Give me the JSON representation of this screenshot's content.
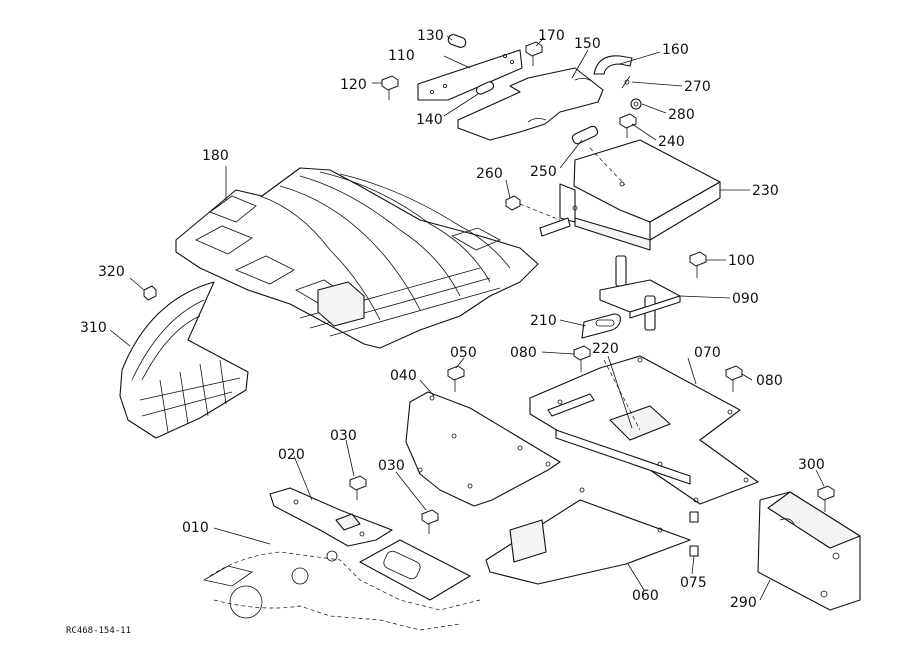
{
  "diagram": {
    "ref_code": "RC468-154-11",
    "labels": {
      "p010": "010",
      "p020": "020",
      "p030a": "030",
      "p030b": "030",
      "p040": "040",
      "p050": "050",
      "p060": "060",
      "p070": "070",
      "p075": "075",
      "p080a": "080",
      "p080b": "080",
      "p090": "090",
      "p100": "100",
      "p110": "110",
      "p120": "120",
      "p130": "130",
      "p140": "140",
      "p150": "150",
      "p160": "160",
      "p170": "170",
      "p180": "180",
      "p210": "210",
      "p220": "220",
      "p230": "230",
      "p240": "240",
      "p250": "250",
      "p260": "260",
      "p270": "270",
      "p280": "280",
      "p290": "290",
      "p300": "300",
      "p310": "310",
      "p320": "320"
    }
  }
}
